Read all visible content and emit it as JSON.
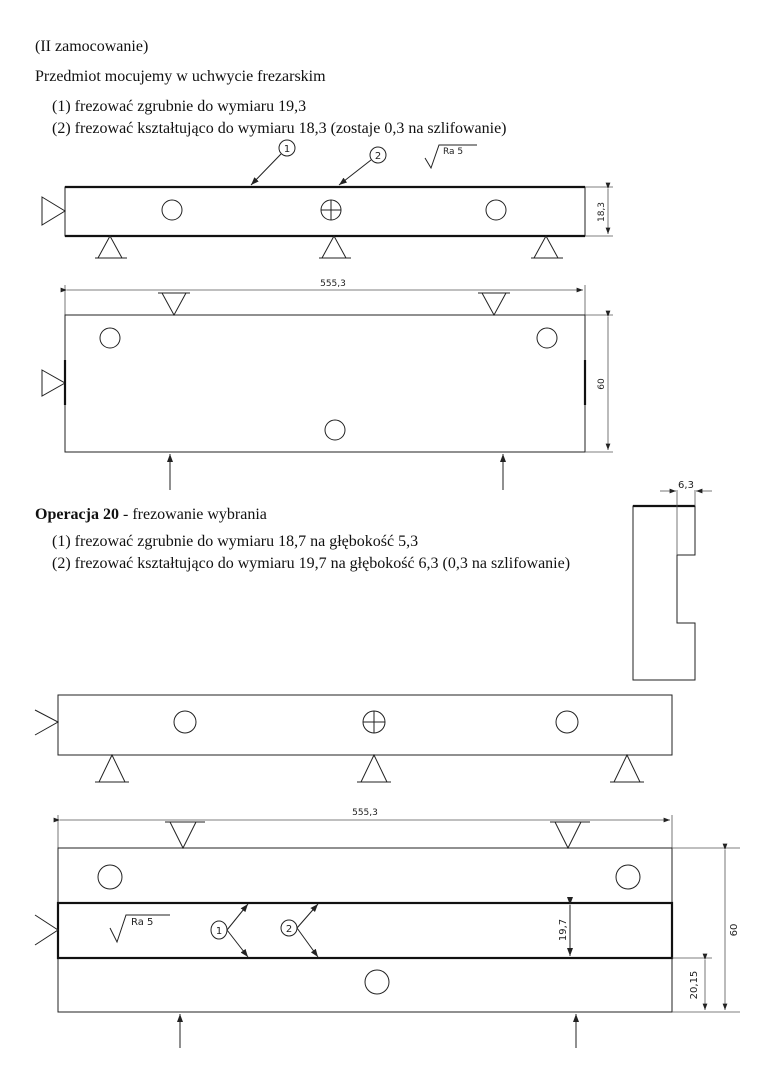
{
  "section1": {
    "heading": "(II zamocowanie)",
    "intro": "Przedmiot mocujemy w uchwycie frezarskim",
    "steps": [
      "(1) frezować zgrubnie do wymiaru 19,3",
      "(2) frezować kształtująco do wymiaru 18,3 (zostaje 0,3 na szlifowanie)"
    ]
  },
  "drawing1": {
    "leader1": "1",
    "leader2": "2",
    "roughness": "Ra 5",
    "height_dim": "18,3"
  },
  "drawing2": {
    "length_dim": "555,3",
    "height_dim": "60"
  },
  "section2": {
    "heading_bold": "Operacja 20",
    "heading_rest": " - frezowanie wybrania",
    "steps": [
      "(1) frezować zgrubnie do wymiaru 18,7 na głębokość 5,3",
      "(2) frezować kształtująco do wymiaru 19,7 na głębokość 6,3 (0,3 na szlifowanie)"
    ]
  },
  "profile": {
    "depth_dim": "6,3"
  },
  "drawing4": {
    "length_dim": "555,3",
    "height_dim": "60",
    "slot_dim": "19,7",
    "offset_dim": "20,15",
    "roughness": "Ra 5",
    "leader1": "1",
    "leader2": "2"
  }
}
